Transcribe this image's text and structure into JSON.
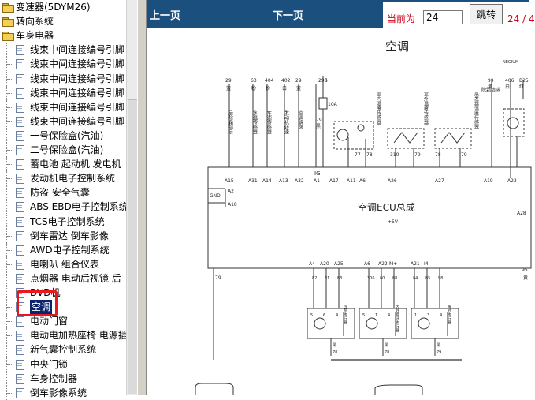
{
  "tree": {
    "items": [
      {
        "label": "变速器(5DYM26)",
        "type": "folder",
        "indent": 0
      },
      {
        "label": "转向系统",
        "type": "folder",
        "indent": 0
      },
      {
        "label": "车身电器",
        "type": "folder",
        "indent": 0
      },
      {
        "label": "线束中间连接编号引脚",
        "type": "doc",
        "indent": 1
      },
      {
        "label": "线束中间连接编号引脚",
        "type": "doc",
        "indent": 1
      },
      {
        "label": "线束中间连接编号引脚",
        "type": "doc",
        "indent": 1
      },
      {
        "label": "线束中间连接编号引脚",
        "type": "doc",
        "indent": 1
      },
      {
        "label": "线束中间连接编号引脚",
        "type": "doc",
        "indent": 1
      },
      {
        "label": "线束中间连接编号引脚",
        "type": "doc",
        "indent": 1
      },
      {
        "label": "一号保险盒(汽油)",
        "type": "doc",
        "indent": 1
      },
      {
        "label": "二号保险盒(汽油)",
        "type": "doc",
        "indent": 1
      },
      {
        "label": "蓄电池 起动机 发电机",
        "type": "doc",
        "indent": 1
      },
      {
        "label": "发动机电子控制系统",
        "type": "doc",
        "indent": 1
      },
      {
        "label": "防盗 安全气囊",
        "type": "doc",
        "indent": 1
      },
      {
        "label": "ABS EBD电子控制系统",
        "type": "doc",
        "indent": 1
      },
      {
        "label": "TCS电子控制系统",
        "type": "doc",
        "indent": 1
      },
      {
        "label": "倒车雷达 倒车影像",
        "type": "doc",
        "indent": 1
      },
      {
        "label": "AWD电子控制系统",
        "type": "doc",
        "indent": 1
      },
      {
        "label": "电喇叭 组合仪表",
        "type": "doc",
        "indent": 1
      },
      {
        "label": "点烟器 电动后视镜 后",
        "type": "doc",
        "indent": 1
      },
      {
        "label": "DVD机",
        "type": "doc",
        "indent": 1
      },
      {
        "label": "空调",
        "type": "doc",
        "indent": 1,
        "selected": true
      },
      {
        "label": "电动门窗",
        "type": "doc",
        "indent": 1
      },
      {
        "label": "电动电加热座椅 电源插",
        "type": "doc",
        "indent": 1
      },
      {
        "label": "新气囊控制系统",
        "type": "doc",
        "indent": 1
      },
      {
        "label": "中央门锁",
        "type": "doc",
        "indent": 1
      },
      {
        "label": "车身控制器",
        "type": "doc",
        "indent": 1
      },
      {
        "label": "倒车影像系统",
        "type": "doc",
        "indent": 1
      }
    ]
  },
  "toolbar": {
    "prev_label": "上一页",
    "next_label": "下一页",
    "current_label": "当前为",
    "page_value": "24",
    "jump_label": "跳转",
    "page_count": "24 / 4"
  },
  "diagram": {
    "title": "空调",
    "ecu_label": "空调ECU总成",
    "top_wire_numbers": [
      "29",
      "63",
      "404",
      "402",
      "29",
      "298"
    ],
    "top_wire_colors": [
      "蓝",
      "粉",
      "粉",
      "白",
      "蓝"
    ],
    "top_wire_functions": [
      "后除霜指示",
      "水温传感器",
      "车速传感器",
      "发动机转速",
      "空调请求"
    ],
    "fuse_label": "5",
    "fuse_amp": "10A",
    "fuse_wire": "79",
    "fuse_color": "黑",
    "right_wire_numbers": [
      "99",
      "406",
      "B25"
    ],
    "right_wire_colors": [
      "黄",
      "白",
      "红"
    ],
    "right_top_label": "NEGIUM",
    "right_function": "除霜请求",
    "sensor_labels": [
      "室内温度传感器",
      "室外温度传感器",
      "蒸发器温度传感器"
    ],
    "sensor_wire_numbers": [
      "77",
      "78",
      "310",
      "79",
      "78",
      "79"
    ],
    "ecu_top_pins": [
      "A15",
      "A31",
      "A14",
      "A13",
      "A32",
      "A1",
      "A17",
      "A11",
      "A6",
      "A26",
      "A27",
      "A19",
      "A23"
    ],
    "ig_label": "IG",
    "ecu_left_pins": [
      "A2",
      "A18"
    ],
    "gnd_label": "GND",
    "ecu_right_pin": "A28",
    "ecu_bottom_pins": [
      "A4",
      "A20",
      "A25",
      "A6",
      "A22",
      "M+",
      "A21",
      "M-"
    ],
    "vcc_label": "+5V",
    "bottom_wire_numbers": [
      "82",
      "81",
      "83",
      "306",
      "80",
      "88",
      "84",
      "85",
      "98"
    ],
    "actuator_labels": [
      "冷热执行器",
      "内外循环执行器",
      "模式执行器"
    ],
    "actuator_pins": [
      "5",
      "6",
      "4",
      "5",
      "1",
      "4",
      "1",
      "3",
      "4"
    ],
    "bottom_wire_colors": [
      "黑",
      "黑",
      "黑"
    ],
    "bottom_wire_numbers_2": [
      "78",
      "78",
      "79"
    ],
    "left_gnd_wire": "79",
    "right_side_numbers": [
      "95"
    ],
    "right_side_colors": [
      "黄"
    ]
  }
}
